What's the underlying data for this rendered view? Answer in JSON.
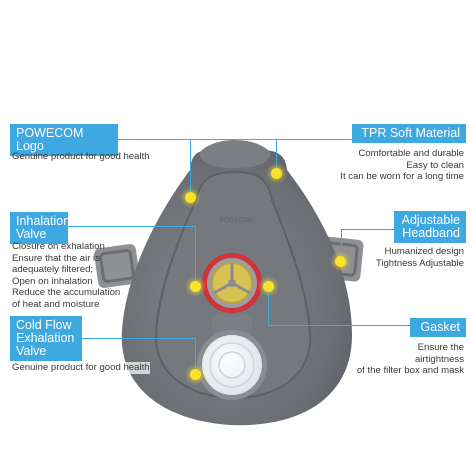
{
  "callouts": {
    "logo": {
      "title": "POWECOM Logo",
      "lines": [
        "Genuine product for good health"
      ]
    },
    "inhalation": {
      "title_lines": [
        "Inhalation",
        "Valve"
      ],
      "lines": [
        "Closure on exhalation",
        "Ensure that the air is",
        "adequately filtered;",
        "Open on inhalation",
        "Reduce the accumulation",
        "of heat and moisture"
      ]
    },
    "exhalation": {
      "title_lines": [
        "Cold Flow",
        "Exhalation",
        "Valve"
      ],
      "lines": [
        "Genuine product for good health"
      ]
    },
    "material": {
      "title": "TPR Soft Material",
      "lines": [
        "Comfortable and durable",
        "Easy to clean",
        "It can be worn for a long time"
      ]
    },
    "headband": {
      "title_lines": [
        "Adjustable",
        "Headband"
      ],
      "lines": [
        "Humanized design",
        "Tightness Adjustable"
      ]
    },
    "gasket": {
      "title": "Gasket",
      "lines": [
        "Ensure the",
        "airtightness",
        "of the filter box and mask"
      ]
    }
  },
  "colors": {
    "accent": "#3ea8e0",
    "highlight": "#f7e22c",
    "mask": "#6f7276",
    "valve_ring": "#d2323a"
  }
}
